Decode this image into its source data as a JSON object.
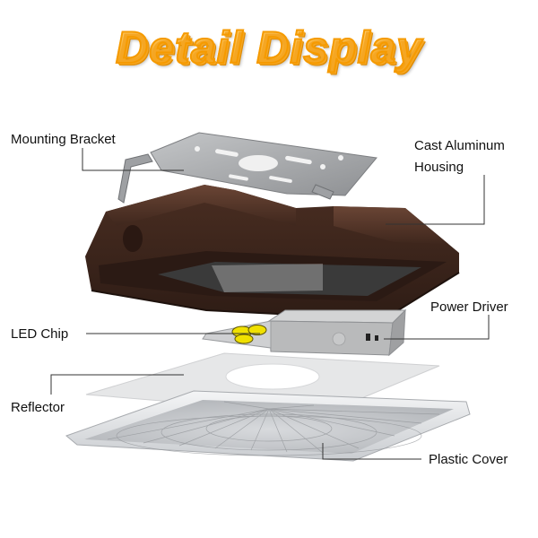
{
  "title": "Detail Display",
  "labels": {
    "mounting_bracket": "Mounting Bracket",
    "cast_aluminum_1": "Cast Aluminum",
    "cast_aluminum_2": "Housing",
    "power_driver": "Power Driver",
    "led_chip": "LED Chip",
    "reflector": "Reflector",
    "plastic_cover": "Plastic Cover"
  },
  "colors": {
    "title_orange": "#f59a00",
    "housing_brown": "#4a2e22",
    "bracket_gray": "#a8aaad",
    "driver_gray": "#b9babb",
    "led_yellow": "#f0e000"
  }
}
